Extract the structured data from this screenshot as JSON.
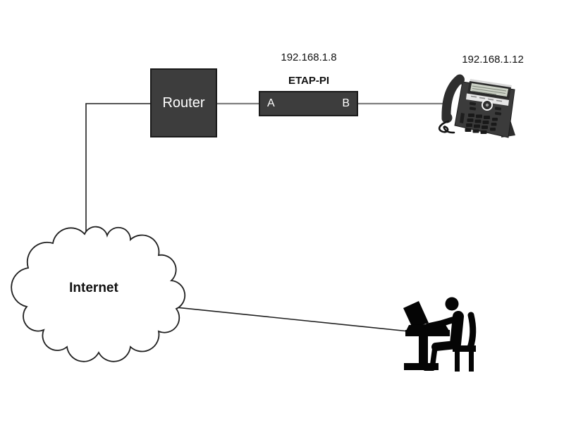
{
  "nodes": {
    "router": {
      "label": "Router"
    },
    "etap": {
      "ip": "192.168.1.8",
      "name": "ETAP-PI",
      "ports": {
        "a": "A",
        "b": "B"
      }
    },
    "phone": {
      "ip": "192.168.1.12",
      "icon": "ip-phone-icon"
    },
    "internet": {
      "label": "Internet",
      "icon": "cloud-icon"
    },
    "workstation": {
      "icon": "person-at-desk-icon"
    }
  },
  "connections": [
    {
      "from": "internet",
      "to": "router",
      "style": "dark"
    },
    {
      "from": "router",
      "to": "etap-port-a",
      "style": "gray"
    },
    {
      "from": "etap-port-b",
      "to": "phone",
      "style": "gray"
    },
    {
      "from": "internet",
      "to": "workstation",
      "style": "dark"
    }
  ],
  "colors": {
    "background": "#ffffff",
    "node_fill": "#3d3d3d",
    "node_border": "#1a1a1a",
    "node_text": "#ffffff",
    "connector_gray": "#7f7f7f",
    "connector_dark": "#1f1f1f",
    "label_text": "#111111"
  }
}
